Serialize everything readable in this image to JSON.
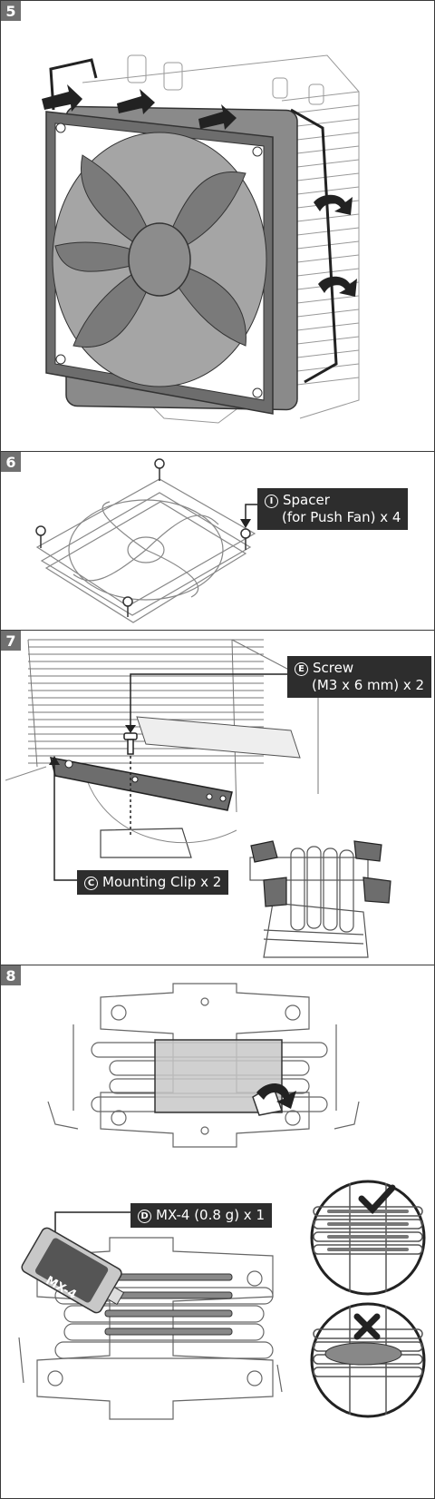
{
  "steps": [
    {
      "number": "5"
    },
    {
      "number": "6",
      "callout": {
        "letter": "I",
        "line1": "Spacer",
        "line2": "(for Push Fan) x 4"
      }
    },
    {
      "number": "7",
      "screw": {
        "letter": "E",
        "line1": "Screw",
        "line2": "(M3 x 6 mm) x 2"
      },
      "clip": {
        "letter": "C",
        "text": "Mounting Clip x 2"
      }
    },
    {
      "number": "8",
      "paste": {
        "letter": "D",
        "text": "MX-4 (0.8 g) x 1",
        "tube_label": "MX-4"
      },
      "checks": {
        "correct": "check-mark-icon",
        "wrong": "cross-mark-icon"
      }
    }
  ],
  "colors": {
    "line": "#333333",
    "fan": "#6d6d6d",
    "fan_light": "#a5a5a5",
    "callout_bg": "#2d2d2d",
    "paste": "#c8c8c8"
  }
}
